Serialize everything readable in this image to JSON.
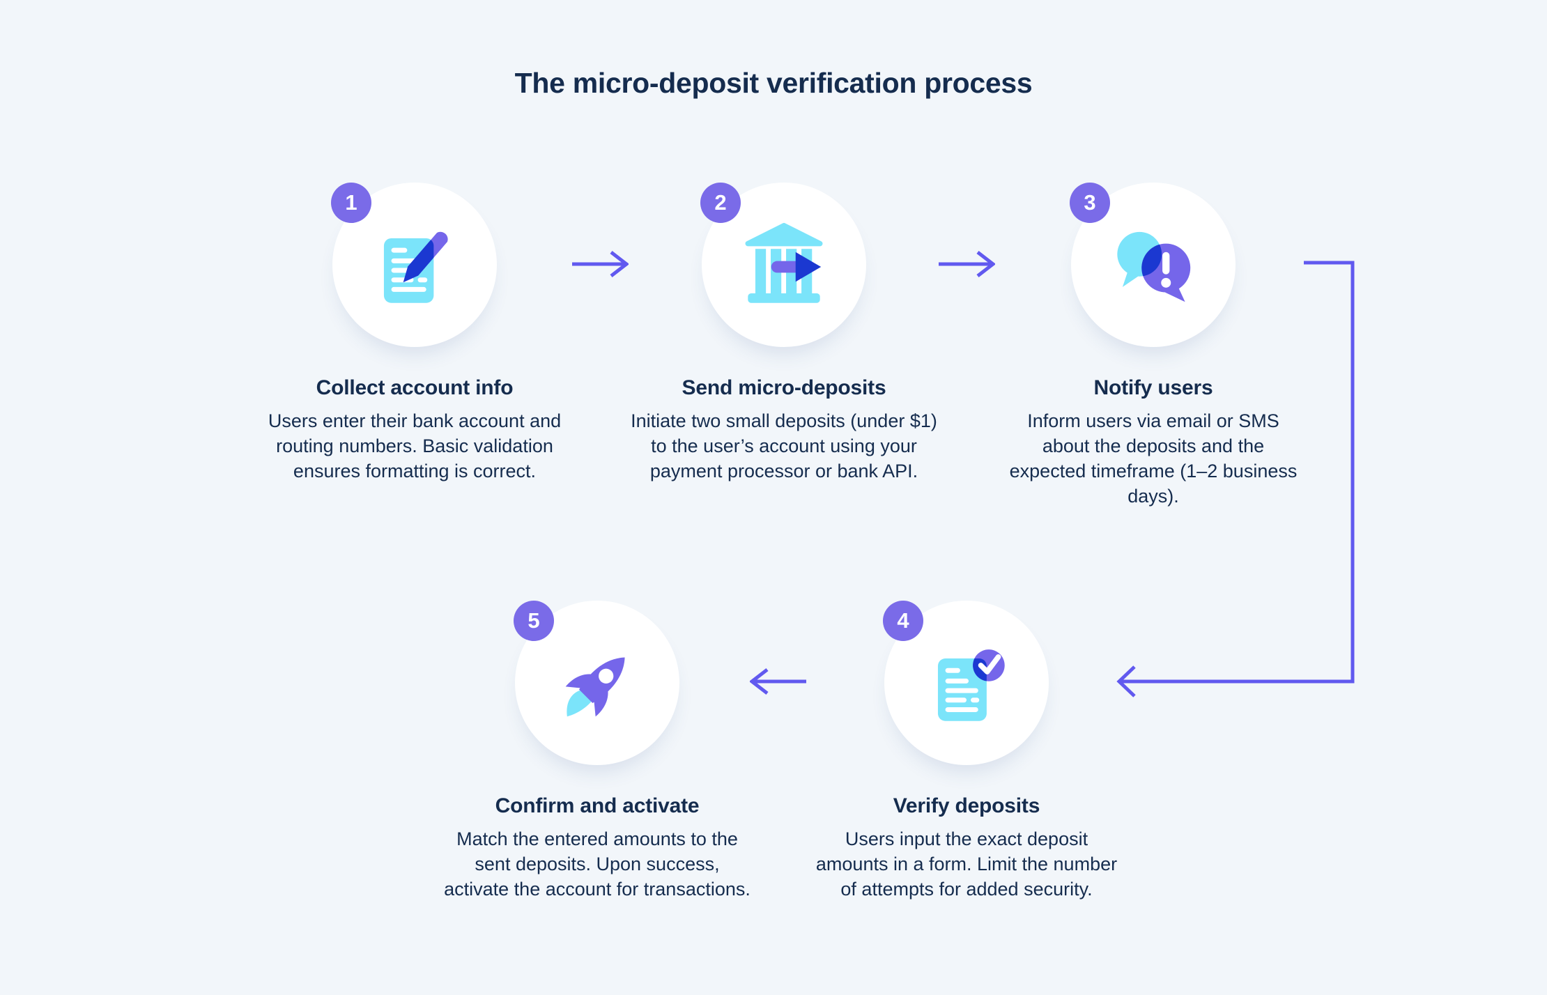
{
  "title": "The micro-deposit verification process",
  "colors": {
    "background": "#F2F6FA",
    "text": "#152C4E",
    "badge": "#7A6BE8",
    "arrow": "#6159EF",
    "icon_cyan": "#7BE4FA",
    "icon_purple": "#7566EA",
    "icon_dark_blue": "#1B38D1",
    "circle": "#FFFFFF"
  },
  "steps": [
    {
      "number": "1",
      "title": "Collect account info",
      "description": "Users enter their bank account and routing numbers. Basic validation ensures formatting is correct.",
      "icon": "document-pen-icon"
    },
    {
      "number": "2",
      "title": "Send micro-deposits",
      "description": "Initiate two small deposits (under $1) to the user’s account using your payment processor or bank API.",
      "icon": "bank-transfer-icon"
    },
    {
      "number": "3",
      "title": "Notify users",
      "description": "Inform users via email or SMS about the deposits and the expected timeframe (1–2 business days).",
      "icon": "chat-alert-icon"
    },
    {
      "number": "4",
      "title": "Verify deposits",
      "description": "Users input the exact deposit amounts in a form. Limit the number of attempts for added security.",
      "icon": "document-check-icon"
    },
    {
      "number": "5",
      "title": "Confirm and activate",
      "description": "Match the entered amounts to the sent deposits. Upon success, activate the account for transactions.",
      "icon": "rocket-icon"
    }
  ]
}
